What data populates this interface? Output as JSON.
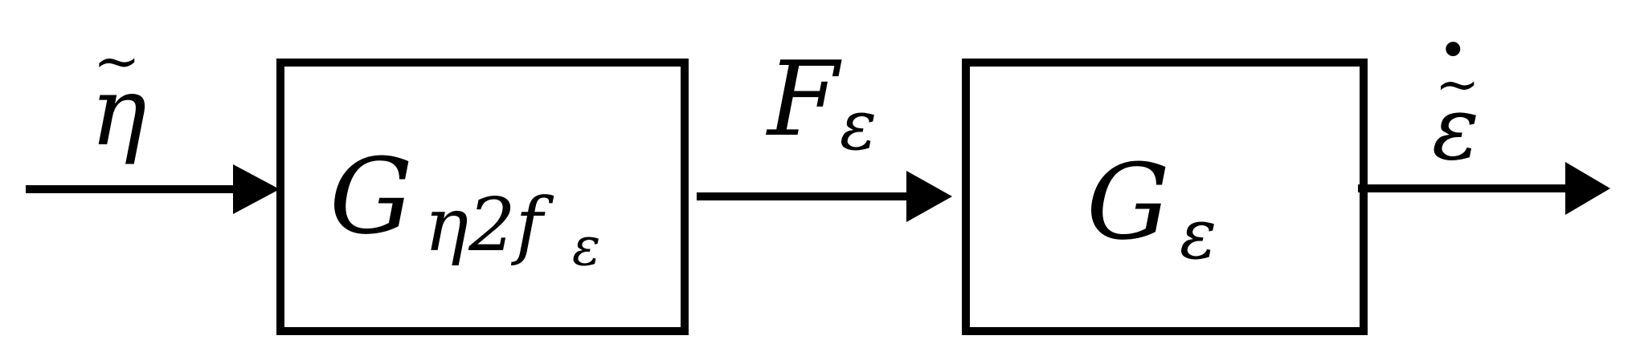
{
  "diagram": {
    "input_signal": {
      "symbol": "η",
      "accent": "~"
    },
    "block1": {
      "main": "G",
      "subscript": "η2f",
      "sub_sub": "ε"
    },
    "middle_signal": {
      "main": "F",
      "subscript": "ε"
    },
    "block2": {
      "main": "G",
      "subscript": "ε"
    },
    "output_signal": {
      "symbol": "ε",
      "accent": "~",
      "dot": "•"
    }
  },
  "colors": {
    "stroke": "#000000",
    "background": "#ffffff"
  }
}
